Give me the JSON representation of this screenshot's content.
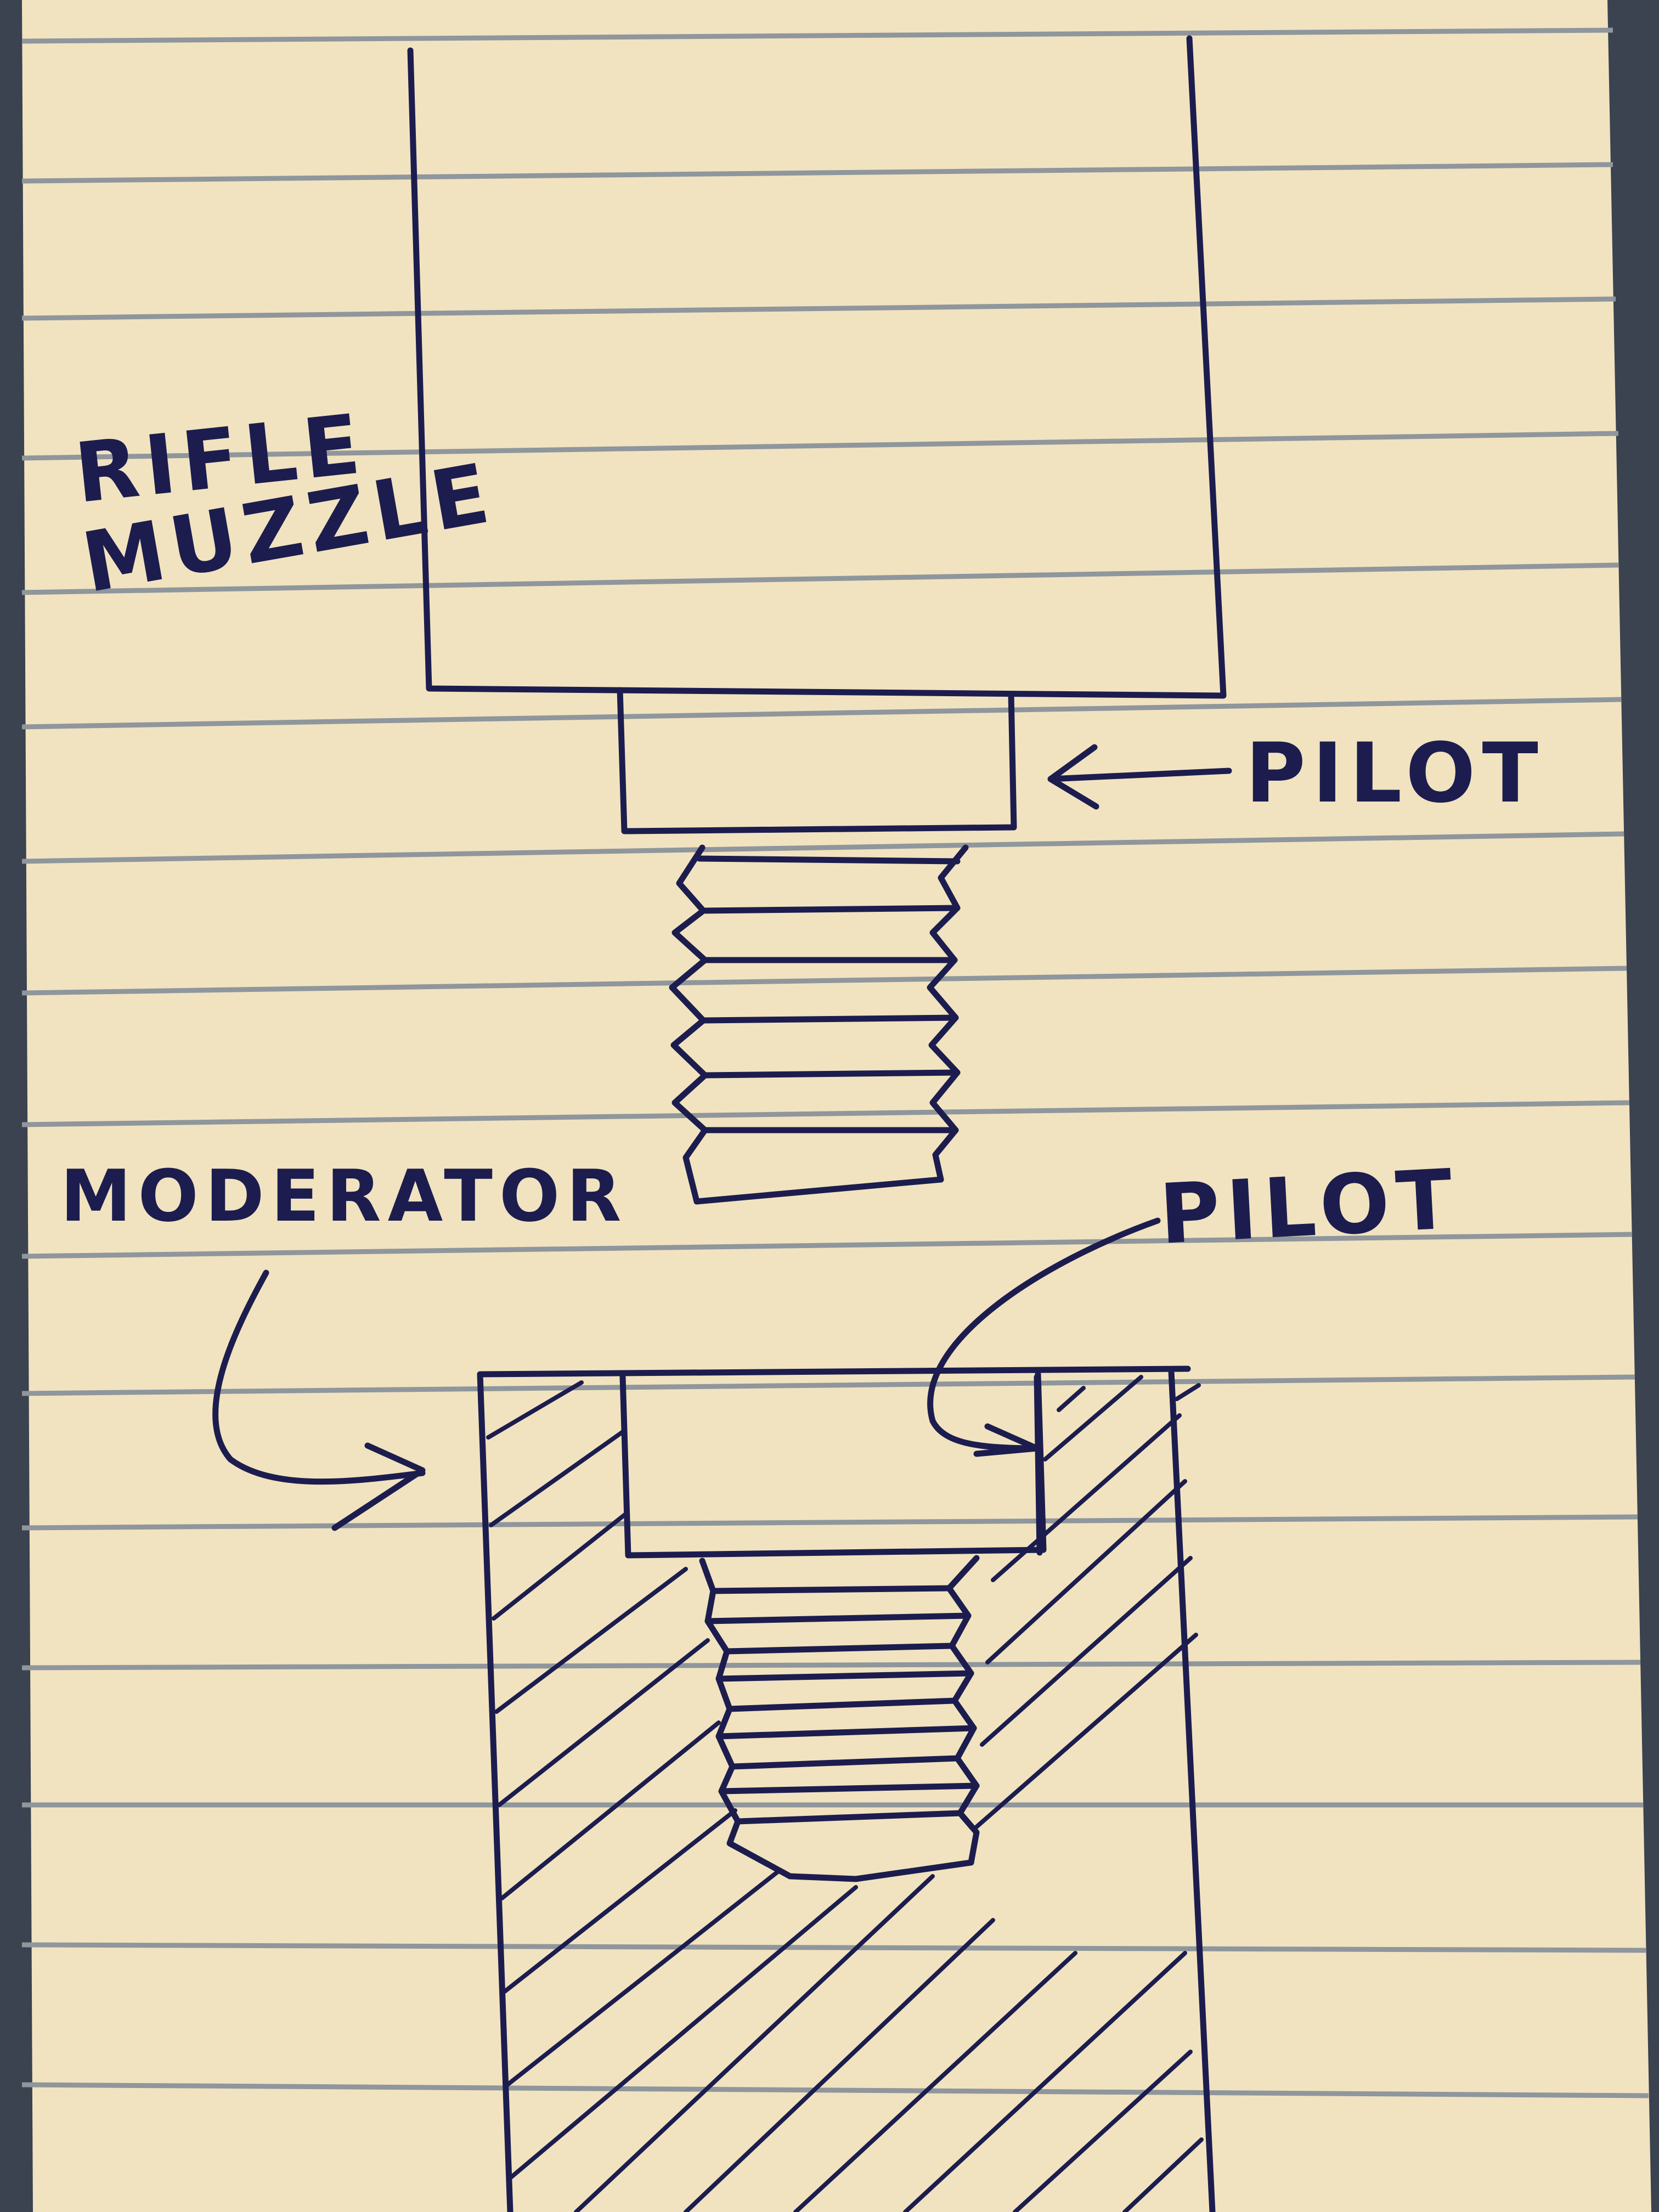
{
  "labels": {
    "rifle": "RIFLE",
    "muzzle": "MUZZLE",
    "pilot_top": "PILOT",
    "moderator": "MODERATOR",
    "pilot_bottom": "PILOT"
  },
  "colors": {
    "paper": "#f1e3c0",
    "rule_lines": "#8f969c",
    "ink": "#1c1d4e",
    "background": "#3b4250"
  }
}
